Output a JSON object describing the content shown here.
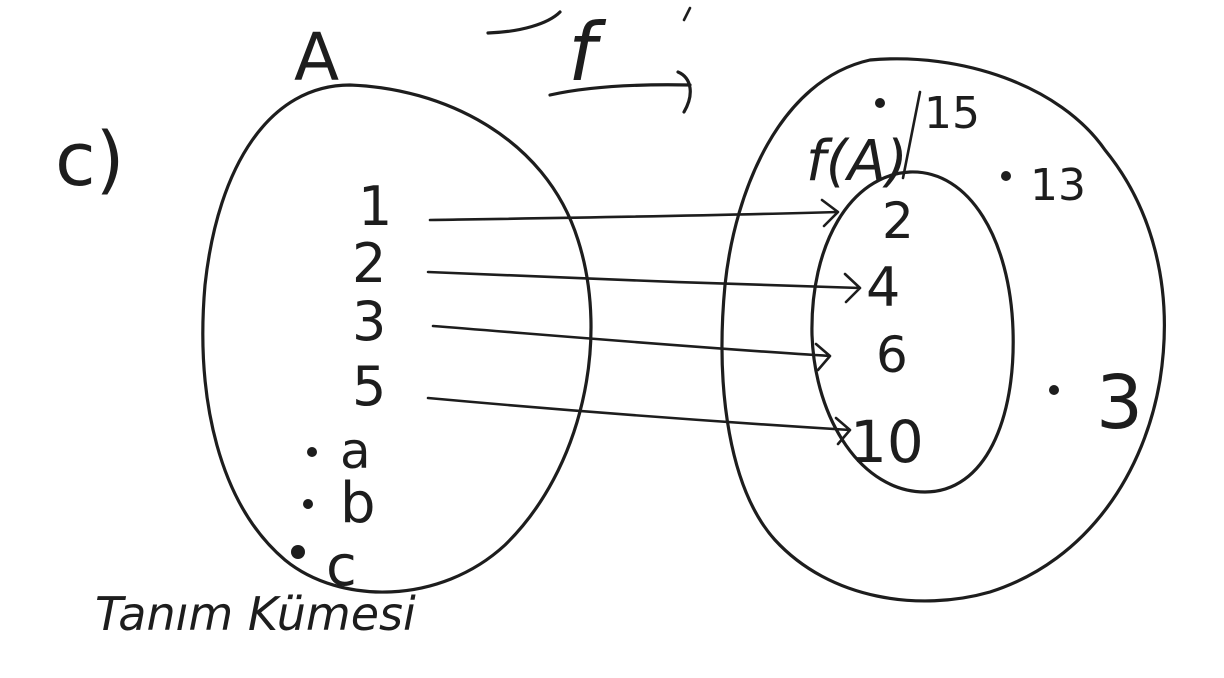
{
  "part_label": "c)",
  "function_label": "f",
  "domain_set_label": "A",
  "domain_elements": [
    "1",
    "2",
    "3",
    "5"
  ],
  "domain_extra_elements": [
    "a",
    "b",
    "c"
  ],
  "image_set_label": "f(A)",
  "image_elements": [
    "2",
    "4",
    "6",
    "10"
  ],
  "codomain_extra_elements": [
    "15",
    "13",
    "3"
  ],
  "caption": "Tanım Kümesi"
}
